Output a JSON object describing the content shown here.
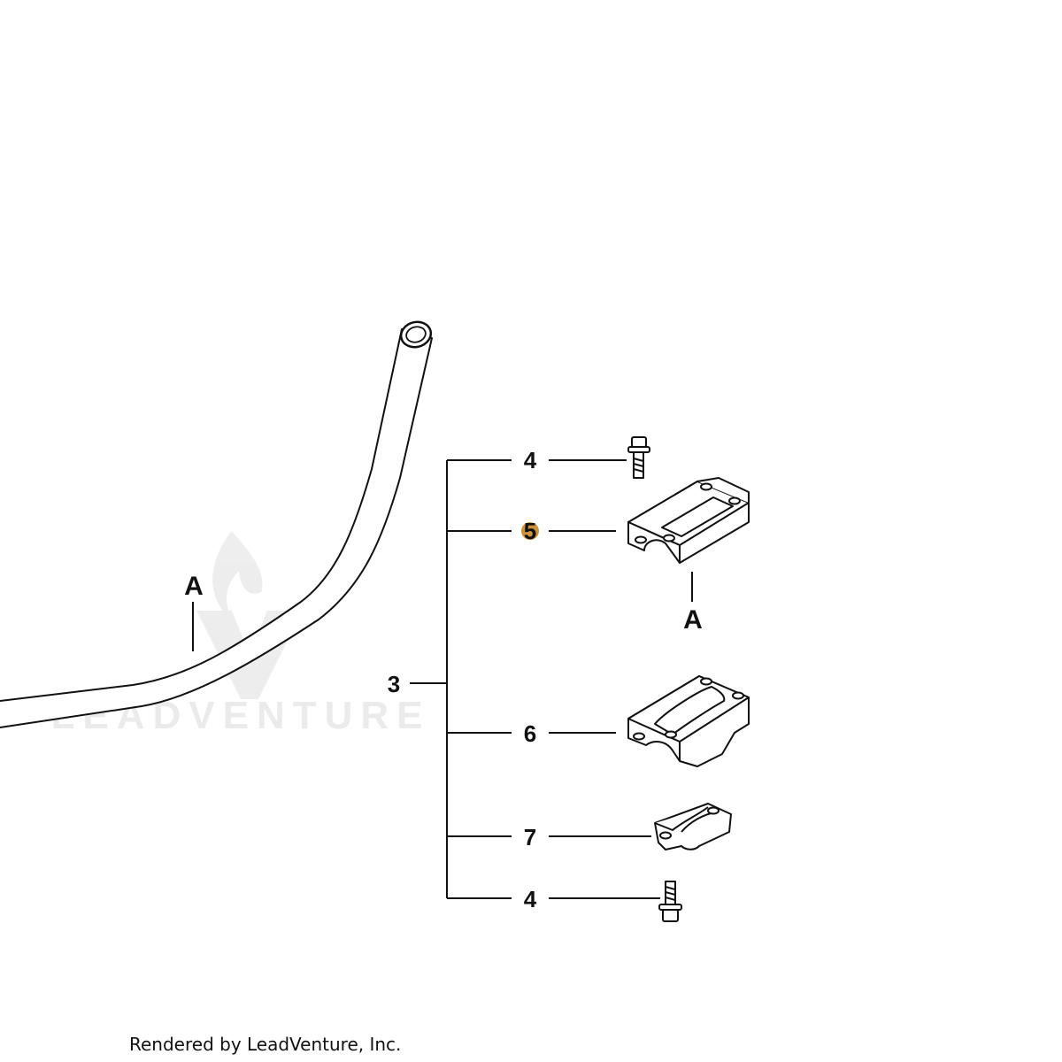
{
  "callouts": {
    "assembly": "3",
    "bolt_top": "4",
    "upper_clamp": "5",
    "lower_clamp_6": "6",
    "lower_clamp_7": "7",
    "bolt_bottom": "4",
    "ref_bar": "A",
    "ref_clamp": "A"
  },
  "watermark": "LEADVENTURE",
  "footer": "Rendered by LeadVenture, Inc.",
  "colors": {
    "line": "#111111",
    "highlight": "#c8862a",
    "watermark": "#e9e9e9"
  }
}
